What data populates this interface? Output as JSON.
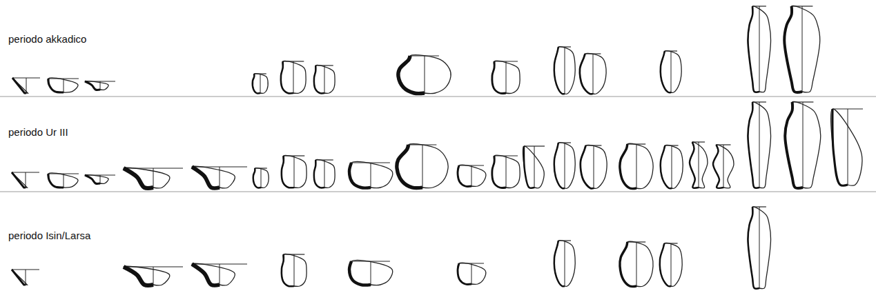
{
  "diagram": {
    "labels": [
      "periodo akkadico",
      "periodo Ur III",
      "periodo Isin/Larsa"
    ]
  }
}
